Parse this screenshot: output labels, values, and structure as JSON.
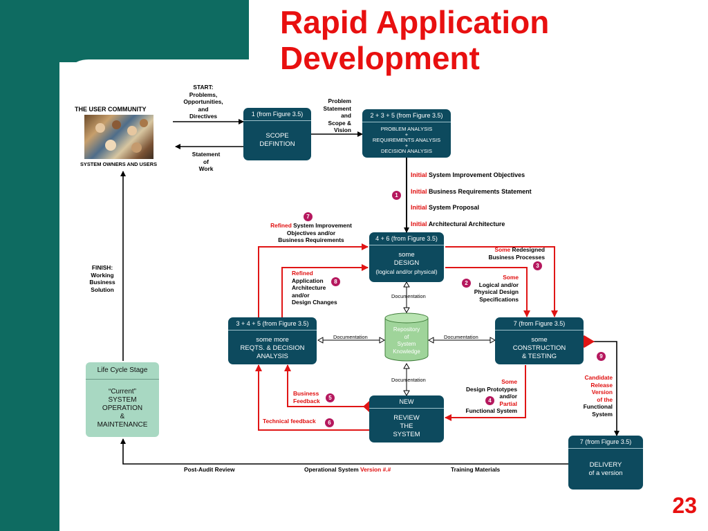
{
  "title": {
    "line1": "Rapid Application",
    "line2": "Development"
  },
  "page_number": "23",
  "user_community": {
    "title": "THE USER COMMUNITY",
    "caption": "SYSTEM OWNERS AND USERS"
  },
  "labels": {
    "start": [
      "START:",
      "Problems,",
      "Opportunities,",
      "and",
      "Directives"
    ],
    "statement_of_work": [
      "Statement",
      "of",
      "Work"
    ],
    "problem_statement": [
      "Problem",
      "Statement",
      "and",
      "Scope &",
      "Vision"
    ],
    "finish": [
      "FINISH:",
      "Working",
      "Business",
      "Solution"
    ],
    "initial_word": "Initial",
    "initial_items": [
      "System Improvement Objectives",
      "Business Requirements Statement",
      "System Proposal",
      "Architectural Architecture"
    ],
    "refined_obj": {
      "red": "Refined",
      "rest1": " System Improvement",
      "rest2": "Objectives and/or",
      "rest3": "Business Requirements"
    },
    "refined_arch": {
      "red": "Refined",
      "lines": [
        "Application",
        "Architecture",
        "and/or",
        "Design Changes"
      ]
    },
    "some_redesigned": {
      "red": "Some",
      "rest1": " Redesigned",
      "rest2": "Business Processes"
    },
    "some_logical": {
      "red": "Some",
      "lines": [
        "Logical and/or",
        "Physical Design",
        "Specifications"
      ]
    },
    "documentation": "Documentation",
    "business_feedback": [
      "Business",
      "Feedback"
    ],
    "technical_feedback": "Technical feedback",
    "some_prototypes": {
      "red1": "Some",
      "line2": "Design Prototypes",
      "line3": "and/or",
      "red4": "Partial",
      "line5": "Functional  System"
    },
    "candidate_release": {
      "red": [
        "Candidate",
        "Release",
        "Version",
        "of the"
      ],
      "black": [
        "Functional",
        "System"
      ]
    },
    "post_audit": "Post-Audit Review",
    "operational_system": "Operational System",
    "version": "Version #.#",
    "training_materials": "Training Materials"
  },
  "boxes": {
    "scope": {
      "header": "1   (from Figure 3.5)",
      "body": [
        "SCOPE",
        "DEFINTION"
      ]
    },
    "analysis": {
      "header": "2 + 3 + 5    (from Figure 3.5)",
      "body": [
        "PROBLEM ANALYSIS",
        "+",
        "REQUIREMENTS ANALYSIS",
        "+",
        "DECISION ANALYSIS"
      ]
    },
    "design": {
      "header": "4 + 6   (from Figure 3.5)",
      "body": [
        "some",
        "DESIGN",
        "(logical and/or physical)"
      ]
    },
    "reqts": {
      "header": "3 + 4 + 5   (from Figure 3.5)",
      "body": [
        "some more",
        "REQTS. & DECISION",
        "ANALYSIS"
      ]
    },
    "construction": {
      "header": "7  (from Figure 3.5)",
      "body": [
        "some",
        "CONSTRUCTION",
        "& TESTING"
      ]
    },
    "review": {
      "header": "NEW",
      "body": [
        "REVIEW",
        "THE",
        "SYSTEM"
      ]
    },
    "delivery": {
      "header": "7   (from Figure 3.5)",
      "body": [
        "DELIVERY",
        "of a version"
      ]
    }
  },
  "repository": [
    "Repository",
    "of",
    "System",
    "Knowledge"
  ],
  "lifecycle": {
    "header": "Life Cycle Stage",
    "body": [
      "“Current”",
      "SYSTEM",
      "OPERATION",
      "&",
      "MAINTENANCE"
    ]
  },
  "badges": [
    "1",
    "2",
    "3",
    "4",
    "5",
    "6",
    "7",
    "8",
    "9"
  ]
}
